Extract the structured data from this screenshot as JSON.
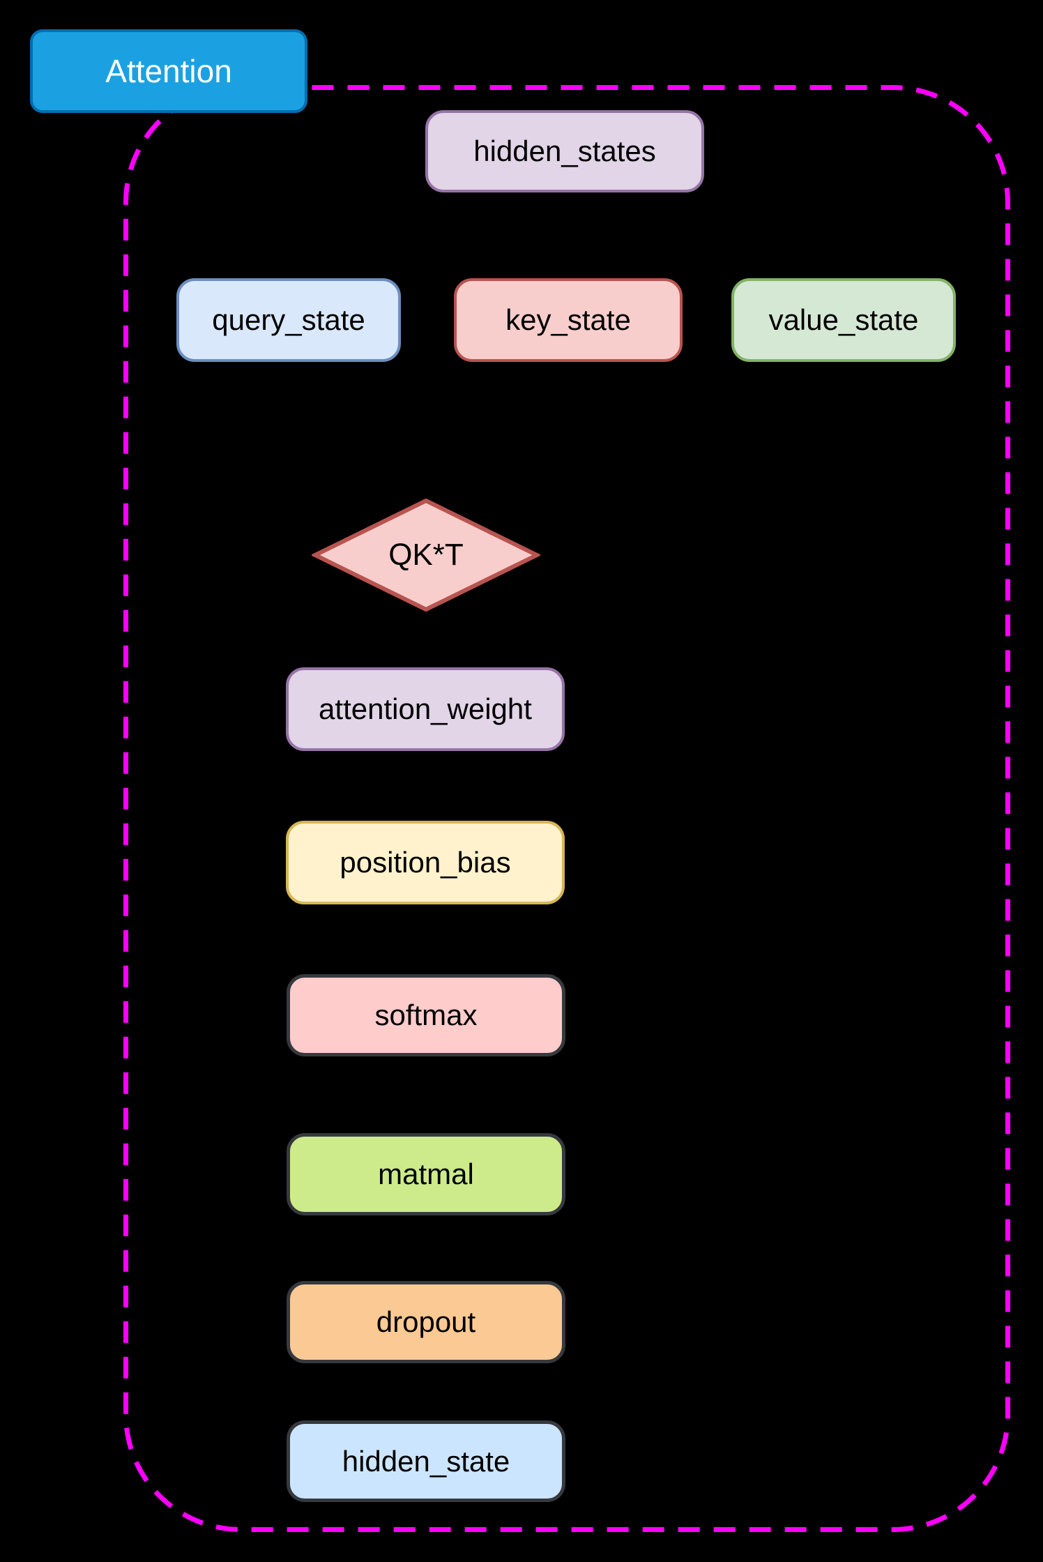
{
  "diagram": {
    "background_color": "#000000",
    "group": {
      "border_color": "#FF00FF",
      "border_style": "dashed"
    },
    "title": {
      "label": "Attention",
      "fill": "#1BA1E2",
      "stroke": "#006EAF",
      "text_color": "#FFFFFF"
    },
    "nodes": {
      "hidden_states": {
        "label": "hidden_states",
        "shape": "rounded-rect",
        "fill": "#E1D5E7",
        "stroke": "#9673A6"
      },
      "query_state": {
        "label": "query_state",
        "shape": "rounded-rect",
        "fill": "#DAE8FC",
        "stroke": "#6C8EBF"
      },
      "key_state": {
        "label": "key_state",
        "shape": "rounded-rect",
        "fill": "#F8CECC",
        "stroke": "#B85450"
      },
      "value_state": {
        "label": "value_state",
        "shape": "rounded-rect",
        "fill": "#D5E8D4",
        "stroke": "#82B366"
      },
      "qkt": {
        "label": "QK*T",
        "shape": "diamond",
        "fill": "#F8CECC",
        "stroke": "#B85450"
      },
      "attention_weight": {
        "label": "attention_weight",
        "shape": "rounded-rect",
        "fill": "#E1D5E7",
        "stroke": "#9673A6"
      },
      "position_bias": {
        "label": "position_bias",
        "shape": "rounded-rect",
        "fill": "#FFF2CC",
        "stroke": "#D6B656"
      },
      "softmax": {
        "label": "softmax",
        "shape": "rounded-rect",
        "fill": "#FFCCCC",
        "stroke": "#36393D"
      },
      "matmal": {
        "label": "matmal",
        "shape": "rounded-rect",
        "fill": "#CDEB8B",
        "stroke": "#36393D"
      },
      "dropout": {
        "label": "dropout",
        "shape": "rounded-rect",
        "fill": "#FBC993",
        "stroke": "#36393D"
      },
      "hidden_state": {
        "label": "hidden_state",
        "shape": "rounded-rect",
        "fill": "#CCE5FF",
        "stroke": "#36393D"
      }
    }
  }
}
